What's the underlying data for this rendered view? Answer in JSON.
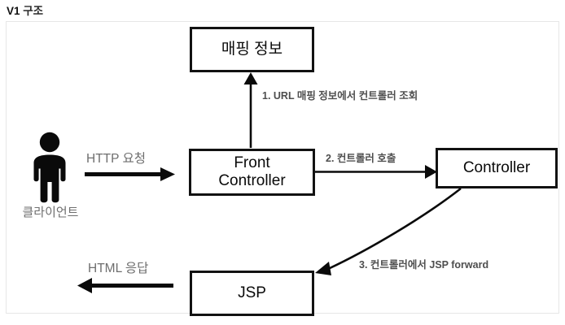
{
  "title": {
    "prefix": "V1",
    "suffix": " 구조",
    "full": "V1 구조"
  },
  "diagram": {
    "type": "flow-diagram",
    "nodes": [
      {
        "id": "mapping",
        "label": "매핑 정보"
      },
      {
        "id": "front",
        "label": "Front\nController"
      },
      {
        "id": "controller",
        "label": "Controller"
      },
      {
        "id": "jsp",
        "label": "JSP"
      }
    ],
    "actor": {
      "icon": "person-icon",
      "label": "클라이언트"
    },
    "edges": [
      {
        "id": "http",
        "label": "HTTP 요청",
        "from": "client",
        "to": "front",
        "style": "thick-solid"
      },
      {
        "id": "step1",
        "label": "1. URL 매핑 정보에서 컨트롤러 조회",
        "from": "front",
        "to": "mapping",
        "style": "thin-solid"
      },
      {
        "id": "step2",
        "label": "2. 컨트롤러 호출",
        "from": "front",
        "to": "controller",
        "style": "thin-solid"
      },
      {
        "id": "step3",
        "label": "3. 컨트롤러에서 JSP forward",
        "from": "controller",
        "to": "jsp",
        "style": "thin-curve"
      },
      {
        "id": "html",
        "label": "HTML 응답",
        "from": "jsp",
        "to": "client",
        "style": "thick-solid"
      }
    ]
  },
  "colors": {
    "stroke": "#121212",
    "frame": "#e6e6e6",
    "muted_text": "#6e6e6e",
    "step_text": "#4e4e4e",
    "background": "#ffffff"
  }
}
